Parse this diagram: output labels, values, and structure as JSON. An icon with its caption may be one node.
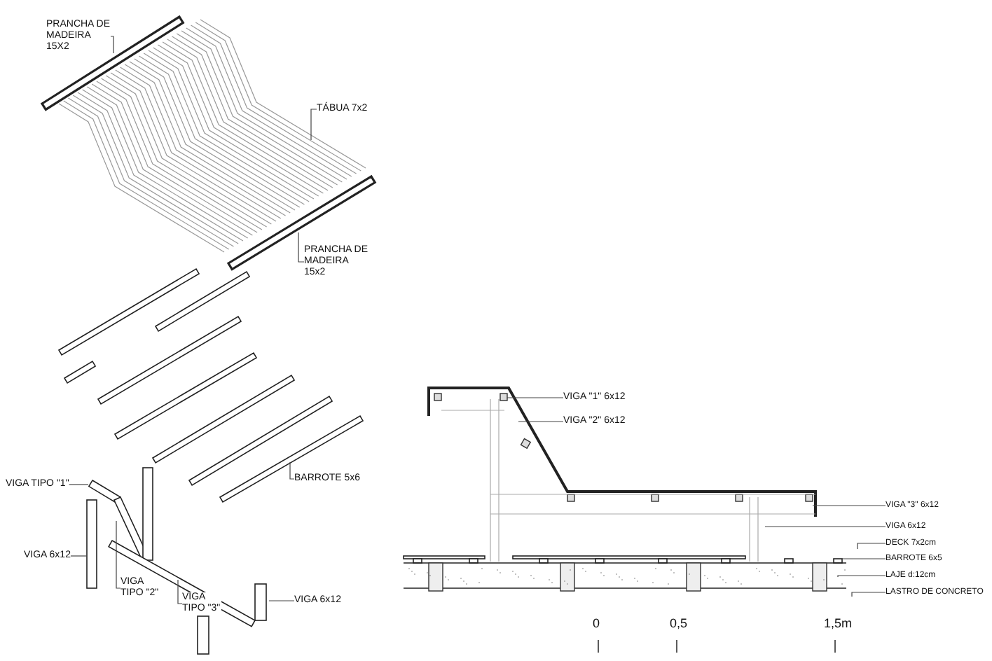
{
  "diagram": {
    "nodes": [
      {
        "text": [
          "PRANCHA DE MADEIRA 15X2"
        ]
      },
      {
        "text": [
          "TÁBUA 7x2"
        ]
      },
      {
        "text": [
          "PRANCHA DE MADEIRA 15x2"
        ]
      },
      {
        "text": [
          "BARROTE 5x6"
        ]
      },
      {
        "text": [
          "VIGA TIPO \"1\""
        ]
      },
      {
        "text": [
          "VIGA 6x12"
        ]
      },
      {
        "text": [
          "VIGA TIPO \"2\""
        ]
      },
      {
        "text": [
          "VIGA TIPO \"3\""
        ]
      },
      {
        "text": [
          "VIGA 6x12"
        ]
      },
      {
        "text": [
          "VIGA \"1\" 6x12"
        ]
      },
      {
        "text": [
          "VIGA \"2\" 6x12"
        ]
      },
      {
        "text": [
          "VIGA \"3\" 6x12"
        ]
      },
      {
        "text": [
          "VIGA 6x12"
        ]
      },
      {
        "text": [
          "DECK 7x2cm"
        ]
      },
      {
        "text": [
          "BARROTE 6x5"
        ]
      },
      {
        "text": [
          "LAJE d:12cm"
        ]
      },
      {
        "text": [
          "LASTRO DE CONCRETO"
        ]
      }
    ],
    "edges": [
      {
        "from": 0,
        "to": null,
        "arrow": "none"
      },
      {
        "from": 1,
        "to": null,
        "arrow": "none"
      },
      {
        "from": 2,
        "to": null,
        "arrow": "none"
      },
      {
        "from": 3,
        "to": null,
        "arrow": "none"
      },
      {
        "from": 4,
        "to": null,
        "arrow": "none"
      },
      {
        "from": 5,
        "to": null,
        "arrow": "none"
      },
      {
        "from": 6,
        "to": null,
        "arrow": "none"
      },
      {
        "from": 7,
        "to": null,
        "arrow": "none"
      },
      {
        "from": 8,
        "to": null,
        "arrow": "none"
      },
      {
        "from": 9,
        "to": null,
        "arrow": "none"
      },
      {
        "from": 10,
        "to": null,
        "arrow": "none"
      },
      {
        "from": 11,
        "to": null,
        "arrow": "none"
      },
      {
        "from": 12,
        "to": null,
        "arrow": "none"
      },
      {
        "from": 13,
        "to": null,
        "arrow": "none"
      },
      {
        "from": 14,
        "to": null,
        "arrow": "none"
      },
      {
        "from": 15,
        "to": null,
        "arrow": "none"
      },
      {
        "from": 16,
        "to": null,
        "arrow": "none"
      }
    ],
    "labels": [
      "0",
      "0,5",
      "1,5m"
    ]
  }
}
